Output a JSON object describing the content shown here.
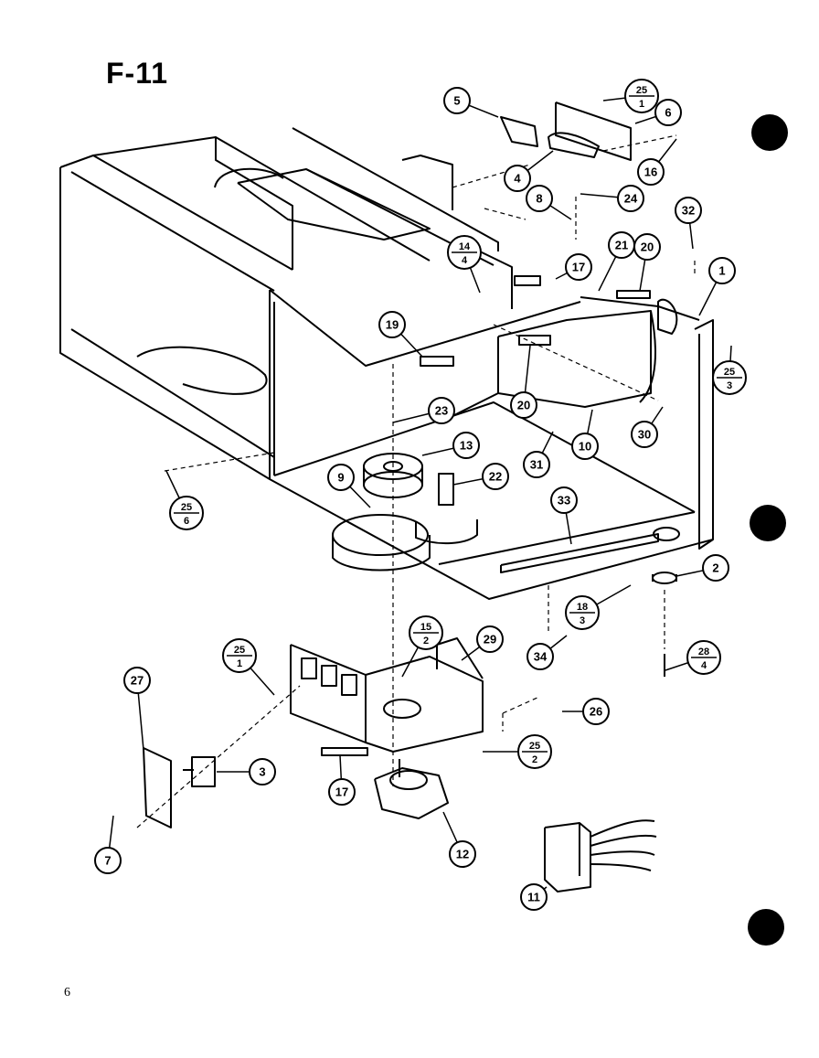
{
  "figure": {
    "title": "F-11",
    "page_number": "6"
  },
  "callouts": [
    {
      "id": "c1",
      "label": "1"
    },
    {
      "id": "c2",
      "label": "2"
    },
    {
      "id": "c3",
      "label": "3"
    },
    {
      "id": "c4",
      "label": "4"
    },
    {
      "id": "c5",
      "label": "5"
    },
    {
      "id": "c6",
      "label": "6"
    },
    {
      "id": "c7",
      "label": "7"
    },
    {
      "id": "c8",
      "label": "8"
    },
    {
      "id": "c9",
      "label": "9"
    },
    {
      "id": "c10",
      "label": "10"
    },
    {
      "id": "c11",
      "label": "11"
    },
    {
      "id": "c12",
      "label": "12"
    },
    {
      "id": "c13",
      "label": "13"
    },
    {
      "id": "c16",
      "label": "16"
    },
    {
      "id": "c17a",
      "label": "17"
    },
    {
      "id": "c17b",
      "label": "17"
    },
    {
      "id": "c19",
      "label": "19"
    },
    {
      "id": "c20a",
      "label": "20"
    },
    {
      "id": "c20b",
      "label": "20"
    },
    {
      "id": "c21",
      "label": "21"
    },
    {
      "id": "c22",
      "label": "22"
    },
    {
      "id": "c23",
      "label": "23"
    },
    {
      "id": "c24",
      "label": "24"
    },
    {
      "id": "c26",
      "label": "26"
    },
    {
      "id": "c27",
      "label": "27"
    },
    {
      "id": "c29",
      "label": "29"
    },
    {
      "id": "c30",
      "label": "30"
    },
    {
      "id": "c31",
      "label": "31"
    },
    {
      "id": "c32",
      "label": "32"
    },
    {
      "id": "c33",
      "label": "33"
    },
    {
      "id": "c34",
      "label": "34"
    }
  ],
  "fraction_callouts": [
    {
      "id": "f25_1_top",
      "num": "25",
      "den": "1"
    },
    {
      "id": "f14_4",
      "num": "14",
      "den": "4"
    },
    {
      "id": "f25_3",
      "num": "25",
      "den": "3"
    },
    {
      "id": "f25_6",
      "num": "25",
      "den": "6"
    },
    {
      "id": "f18_3",
      "num": "18",
      "den": "3"
    },
    {
      "id": "f15_2",
      "num": "15",
      "den": "2"
    },
    {
      "id": "f25_1_bot",
      "num": "25",
      "den": "1"
    },
    {
      "id": "f28_4",
      "num": "28",
      "den": "4"
    },
    {
      "id": "f25_2",
      "num": "25",
      "den": "2"
    }
  ]
}
